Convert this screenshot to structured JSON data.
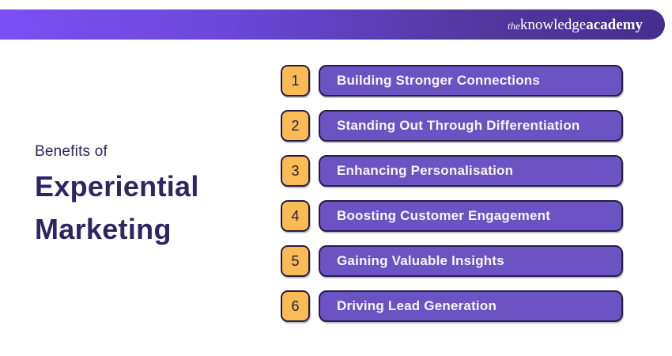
{
  "header": {
    "logo": {
      "the": "the",
      "knowledge": "knowledge",
      "academy": "academy"
    },
    "gradient_left": "#7C50F6",
    "gradient_right": "#452E90"
  },
  "title": {
    "eyebrow": "Benefits of",
    "line1": "Experiential",
    "line2": "Marketing",
    "color": "#2E2563"
  },
  "benefits": {
    "badge_color": "#FABB55",
    "bar_color": "#6B53C4",
    "border_color": "#241D45",
    "items": [
      {
        "number": "1",
        "label": "Building Stronger Connections"
      },
      {
        "number": "2",
        "label": "Standing Out Through Differentiation"
      },
      {
        "number": "3",
        "label": "Enhancing Personalisation"
      },
      {
        "number": "4",
        "label": "Boosting Customer Engagement"
      },
      {
        "number": "5",
        "label": "Gaining Valuable Insights"
      },
      {
        "number": "6",
        "label": "Driving Lead Generation"
      }
    ]
  }
}
